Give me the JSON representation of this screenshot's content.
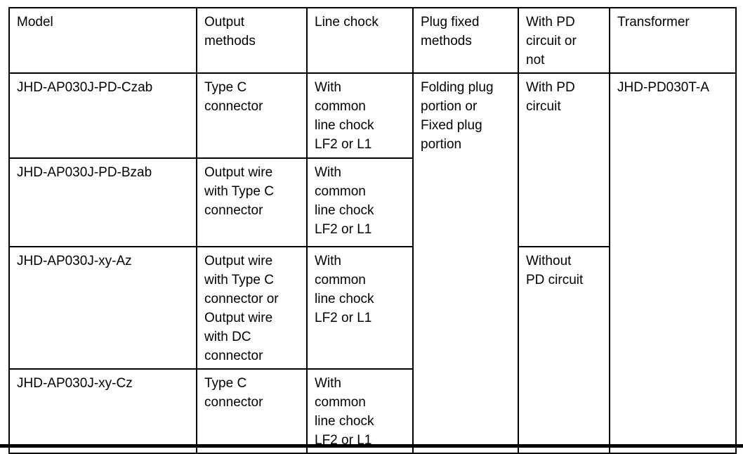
{
  "colors": {
    "text": "#000000",
    "border": "#000000",
    "background": "#ffffff"
  },
  "table": {
    "headers": {
      "model": "Model",
      "output_methods": "Output\nmethods",
      "line_chock": "Line chock",
      "plug_fixed_methods": "Plug fixed\nmethods",
      "pd_circuit_or_not": "With PD\ncircuit or\nnot",
      "transformer": "Transformer"
    },
    "rows": [
      {
        "model": "JHD-AP030J-PD-Czab",
        "output": "Type C\nconnector",
        "chock": "With\ncommon\nline chock\nLF2 or L1"
      },
      {
        "model": "JHD-AP030J-PD-Bzab",
        "output": "Output wire\nwith Type C\nconnector",
        "chock": "With\ncommon\nline chock\nLF2 or L1"
      },
      {
        "model": "JHD-AP030J-xy-Az",
        "output": "Output wire\nwith Type C\nconnector or\nOutput wire\nwith DC\nconnector",
        "chock": "With\ncommon\nline chock\nLF2 or L1"
      },
      {
        "model": "JHD-AP030J-xy-Cz",
        "output": "Type C\nconnector",
        "chock": "With\ncommon\nline chock\nLF2 or L1"
      }
    ],
    "span_cells": {
      "plug_fixed": "Folding plug\nportion or\nFixed plug\nportion",
      "with_pd": "With PD\ncircuit",
      "without_pd": "Without\nPD circuit",
      "transformer_model": "JHD-PD030T-A"
    }
  }
}
